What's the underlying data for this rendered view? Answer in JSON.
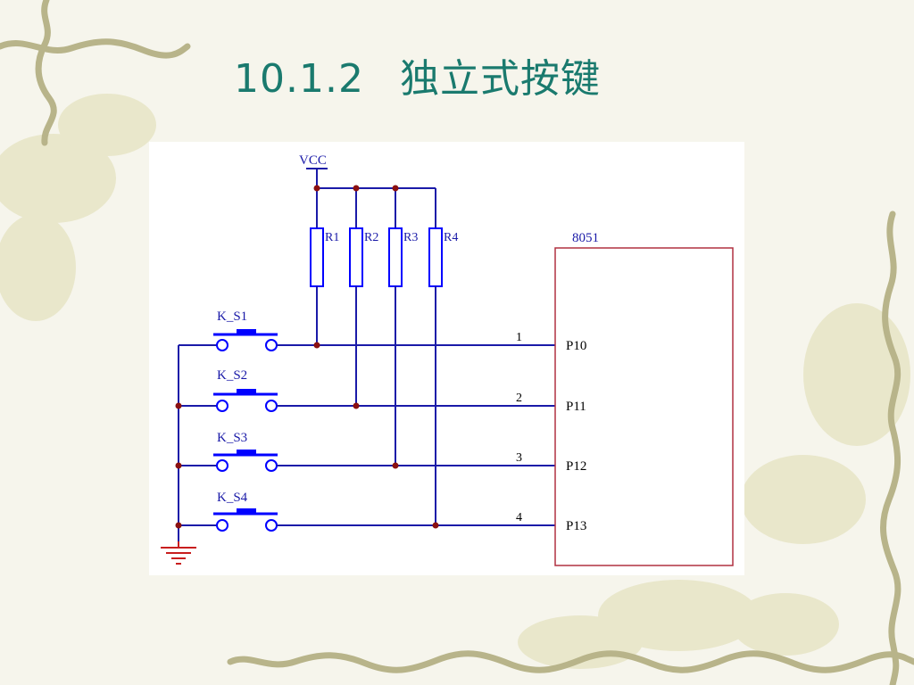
{
  "slide": {
    "title_number": "10.1.2",
    "title_text": "独立式按键"
  },
  "schematic": {
    "supply_label": "VCC",
    "chip_label": "8051",
    "resistors": [
      "R1",
      "R2",
      "R3",
      "R4"
    ],
    "switches": [
      "K_S1",
      "K_S2",
      "K_S3",
      "K_S4"
    ],
    "pin_numbers": [
      "1",
      "2",
      "3",
      "4"
    ],
    "ports": [
      "P10",
      "P11",
      "P12",
      "P13"
    ]
  },
  "colors": {
    "title": "#1a7a6e",
    "wire": "#1a1aa8",
    "component": "#0000ff",
    "junction": "#8b1010",
    "ground": "#c81e1e",
    "chip_border": "#b03040"
  }
}
